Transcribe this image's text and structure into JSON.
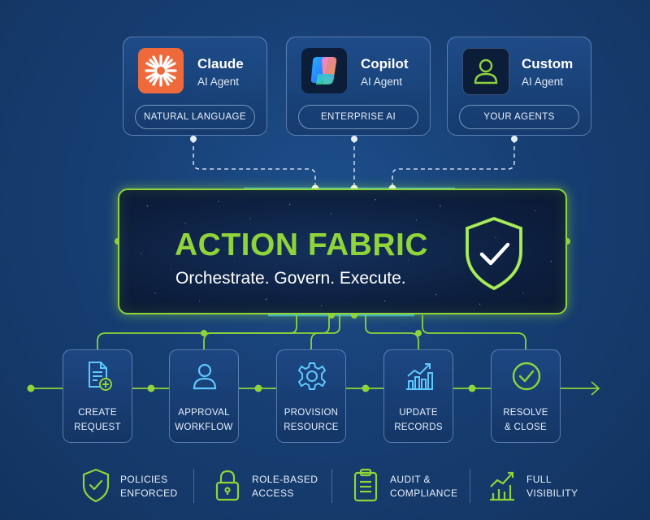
{
  "agents": [
    {
      "name": "Claude",
      "subtitle": "AI Agent",
      "tag": "NATURAL LANGUAGE",
      "icon": "claude-logo-icon"
    },
    {
      "name": "Copilot",
      "subtitle": "AI Agent",
      "tag": "ENTERPRISE AI",
      "icon": "copilot-logo-icon"
    },
    {
      "name": "Custom",
      "subtitle": "AI Agent",
      "tag": "YOUR AGENTS",
      "icon": "user-icon"
    }
  ],
  "fabric": {
    "title": "ACTION FABRIC",
    "tagline": "Orchestrate. Govern. Execute.",
    "icon": "shield-check-icon"
  },
  "steps": [
    {
      "line1": "CREATE",
      "line2": "REQUEST",
      "icon": "document-add-icon"
    },
    {
      "line1": "APPROVAL",
      "line2": "WORKFLOW",
      "icon": "user-icon"
    },
    {
      "line1": "PROVISION",
      "line2": "RESOURCE",
      "icon": "gear-icon"
    },
    {
      "line1": "UPDATE",
      "line2": "RECORDS",
      "icon": "bar-chart-icon"
    },
    {
      "line1": "RESOLVE",
      "line2": "& CLOSE",
      "icon": "check-circle-icon"
    }
  ],
  "features": [
    {
      "line1": "POLICIES",
      "line2": "ENFORCED",
      "icon": "shield-check-icon"
    },
    {
      "line1": "ROLE-BASED",
      "line2": "ACCESS",
      "icon": "lock-icon"
    },
    {
      "line1": "AUDIT &",
      "line2": "COMPLIANCE",
      "icon": "clipboard-icon"
    },
    {
      "line1": "FULL",
      "line2": "VISIBILITY",
      "icon": "chart-up-icon"
    }
  ],
  "colors": {
    "accent": "#8fd43a",
    "glow_blue": "#39c6ff",
    "background": "#173f74",
    "claude_orange": "#ee6a3c"
  }
}
